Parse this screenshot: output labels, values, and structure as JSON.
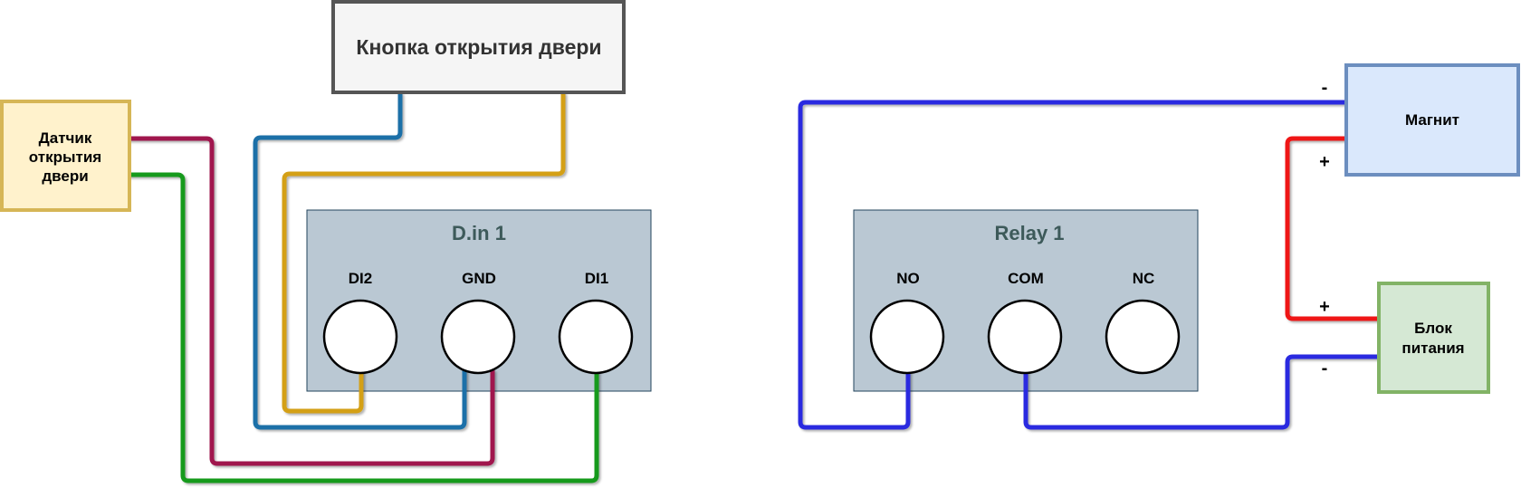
{
  "button_box": {
    "label": "Кнопка открытия двери"
  },
  "sensor_box": {
    "label_lines": [
      "Датчик",
      "открытия",
      "двери"
    ]
  },
  "din_module": {
    "title": "D.in 1",
    "terminals": [
      {
        "id": "di2",
        "label": "DI2"
      },
      {
        "id": "gnd",
        "label": "GND"
      },
      {
        "id": "di1",
        "label": "DI1"
      }
    ]
  },
  "relay_module": {
    "title": "Relay 1",
    "terminals": [
      {
        "id": "no",
        "label": "NO"
      },
      {
        "id": "com",
        "label": "COM"
      },
      {
        "id": "nc",
        "label": "NC"
      }
    ]
  },
  "magnet_box": {
    "label": "Магнит"
  },
  "power_box": {
    "label_lines": [
      "Блок",
      "питания"
    ]
  },
  "polarity": {
    "magnet_minus": "-",
    "magnet_plus": "+",
    "power_plus": "+",
    "power_minus": "-"
  },
  "colors": {
    "wire_blue_dark": "#1a6fa8",
    "wire_orange": "#d4a017",
    "wire_crimson": "#a0134e",
    "wire_green": "#179a1a",
    "wire_blue": "#2b2be0",
    "wire_red": "#ef1414",
    "module_fill": "#bac8d3",
    "module_title": "#3d5a5a",
    "sensor_fill": "#fff2cc",
    "sensor_stroke": "#d6b656",
    "magnet_fill": "#dae8fc",
    "magnet_stroke": "#6c8ebf",
    "power_fill": "#d5e8d4",
    "power_stroke": "#82b366",
    "button_fill": "#f5f5f5",
    "button_stroke": "#555555"
  }
}
